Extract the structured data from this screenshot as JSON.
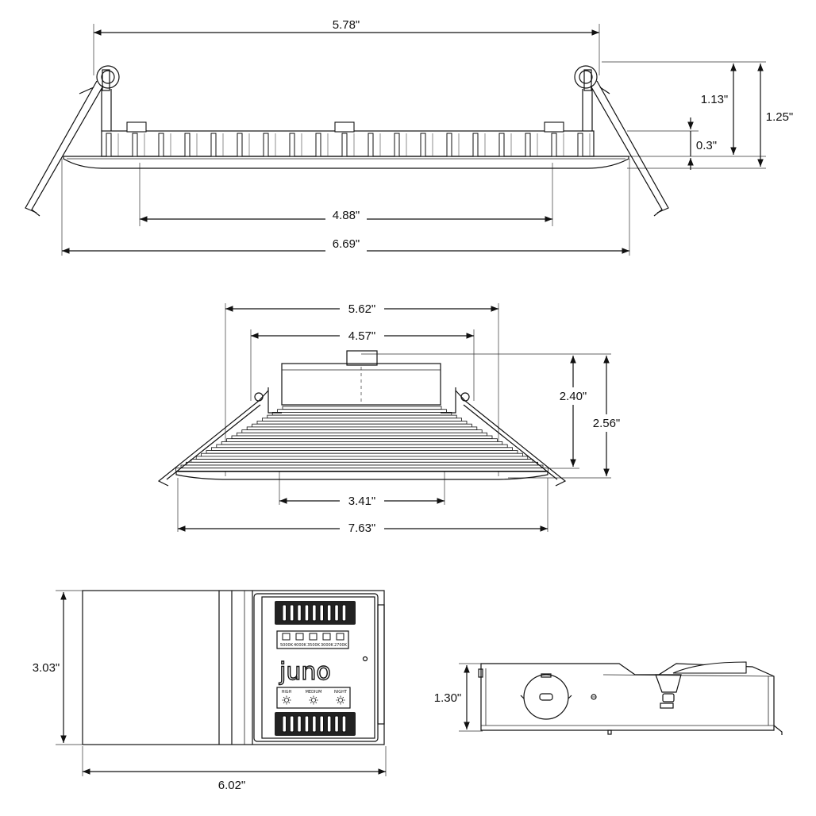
{
  "views": {
    "top": {
      "dims": {
        "overall_top": "5.78\"",
        "mount_height": "1.13\"",
        "total_height": "1.25\"",
        "flange": "0.3\"",
        "aperture": "4.88\"",
        "overall": "6.69\""
      }
    },
    "middle": {
      "dims": {
        "width_top": "5.62\"",
        "clip_span": "4.57\"",
        "height_a": "2.40\"",
        "height_b": "2.56\"",
        "aperture": "3.41\"",
        "overall": "7.63\""
      }
    },
    "junction_top": {
      "dims": {
        "height": "3.03\"",
        "length": "6.02\""
      },
      "brand": "juno",
      "cct_labels": [
        "5000K",
        "4000K",
        "3500K",
        "3000K",
        "2700K"
      ],
      "mode_labels": [
        "HIGH",
        "MEDIUM",
        "NIGHT"
      ]
    },
    "junction_side": {
      "dims": {
        "height": "1.30\""
      }
    }
  },
  "colors": {
    "line": "#111111",
    "background": "#ffffff"
  }
}
